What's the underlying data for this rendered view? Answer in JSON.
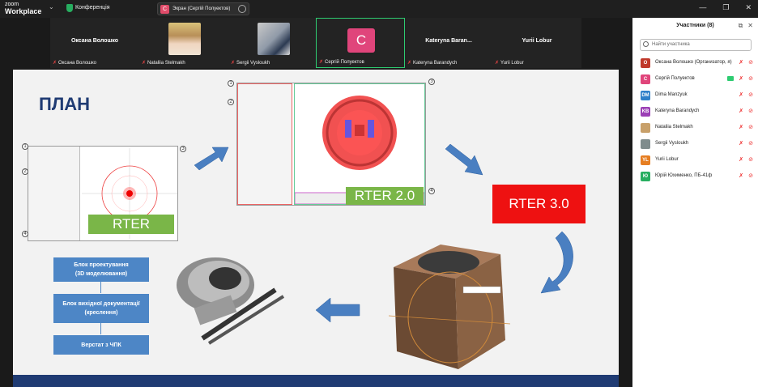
{
  "titlebar": {
    "logo_line1": "zoom",
    "logo_line2": "Workplace",
    "meeting_title": "Конференція",
    "share_avatar": "С",
    "share_label": "Экран (Сергій Полуектов)",
    "minimize": "—",
    "restore": "❐",
    "close": "✕"
  },
  "tiles": [
    {
      "name": "Оксана Волошко",
      "label": "Оксана Волошко"
    },
    {
      "name": "",
      "label": "Nataliia Stelmakh"
    },
    {
      "name": "",
      "label": "Sergii Vysloukh"
    },
    {
      "name": "",
      "label": "Сергій Полуектов",
      "avatar": "С"
    },
    {
      "name": "Kateryna Baran...",
      "label": "Kateryna Barandych"
    },
    {
      "name": "Yurii Lobur",
      "label": "Yurii Lobur"
    }
  ],
  "slide": {
    "title": "ПЛАН",
    "badge1": "RTER",
    "badge2": "RTER 2.0",
    "badge3": "RTER 3.0",
    "flow": [
      {
        "line1": "Блок проектування",
        "line2": "(3D моделювання)"
      },
      {
        "line1": "Блок вихідної документації",
        "line2": "(креслення)"
      },
      {
        "line1": "Верстат з ЧПК",
        "line2": ""
      }
    ],
    "nums": [
      "1",
      "2",
      "3",
      "4"
    ]
  },
  "participants": {
    "title": "Участники (8)",
    "search_placeholder": "Найти участника",
    "list": [
      {
        "initial": "О",
        "color": "#c0392b",
        "name": "Оксана Волошко (Организатор, я)",
        "cam": false
      },
      {
        "initial": "С",
        "color": "#e0457b",
        "name": "Сергій Полуектов",
        "cam": true
      },
      {
        "initial": "DM",
        "color": "#2f80c9",
        "name": "Dima Manzyuk",
        "cam": false
      },
      {
        "initial": "KB",
        "color": "#9b3fb5",
        "name": "Kateryna Barandych",
        "cam": false
      },
      {
        "initial": "",
        "color": "#c8a06a",
        "name": "Nataliia Stelmakh",
        "cam": false
      },
      {
        "initial": "",
        "color": "#7f8c8d",
        "name": "Sergii Vysloukh",
        "cam": false
      },
      {
        "initial": "YL",
        "color": "#e67e22",
        "name": "Yurii Lobur",
        "cam": false
      },
      {
        "initial": "Ю",
        "color": "#27ae60",
        "name": "Юрій Юхименко, ПБ-41ф",
        "cam": false
      }
    ]
  }
}
